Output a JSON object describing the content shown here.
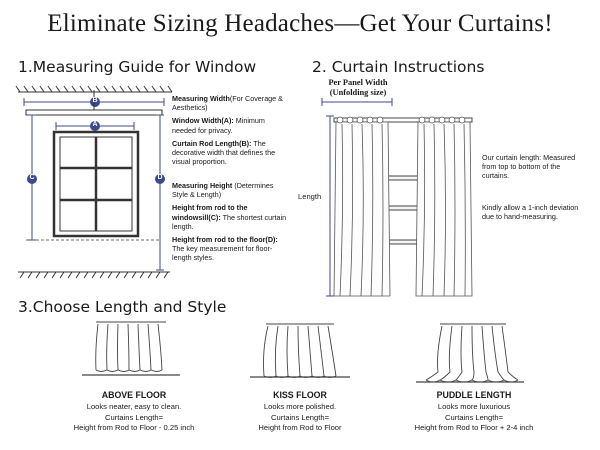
{
  "title": "Eliminate Sizing Headaches—Get Your Curtains!",
  "section1": {
    "heading": "1.Measuring Guide for Window",
    "markers": {
      "a": "A",
      "b": "B",
      "c": "C",
      "d": "D"
    },
    "width": {
      "head": "Measuring Width",
      "head_note": "(For Coverage & Aesthetics)",
      "window_label": "Window Width(A):",
      "window_text": " Minimum needed for privacy.",
      "rod_label": "Curtain Rod Length(B):",
      "rod_text": " The decorative width that defines the visual proportion."
    },
    "height": {
      "head": "Measuring Height",
      "head_note": "(Determines Style & Length)",
      "sill_label": "Height from rod to the windowsill(C):",
      "sill_text": " The shortest curtain length.",
      "floor_label": "Height from rod to the floor(D):",
      "floor_text": " The key measurement for floor-length styles."
    }
  },
  "section2": {
    "heading": "2. Curtain Instructions",
    "panel_width_line1": "Per Panel Width",
    "panel_width_line2": "(Unfolding size)",
    "length_label": "Length",
    "note1": "Our curtain length: Measured from top to bottom of the curtains.",
    "note2": "Kindly allow a 1-inch deviation due to hand-measuring."
  },
  "section3": {
    "heading": "3.Choose Length and Style",
    "styles": [
      {
        "name": "ABOVE FLOOR",
        "line1": "Looks neater, easy to clean.",
        "line2": "Curtains Length=",
        "line3": "Height from Rod to Floor - 0.25 inch"
      },
      {
        "name": "KISS FLOOR",
        "line1": "Looks more polished.",
        "line2": "Curtains Length=",
        "line3": "Height from Rod to Floor"
      },
      {
        "name": "PUDDLE LENGTH",
        "line1": "Looks more luxurious",
        "line2": "Curtains Length=",
        "line3": "Height from Rod to Floor + 2-4 inch"
      }
    ]
  },
  "colors": {
    "accent": "#3b4a8c",
    "text": "#1a1a1a",
    "line": "#555555"
  }
}
